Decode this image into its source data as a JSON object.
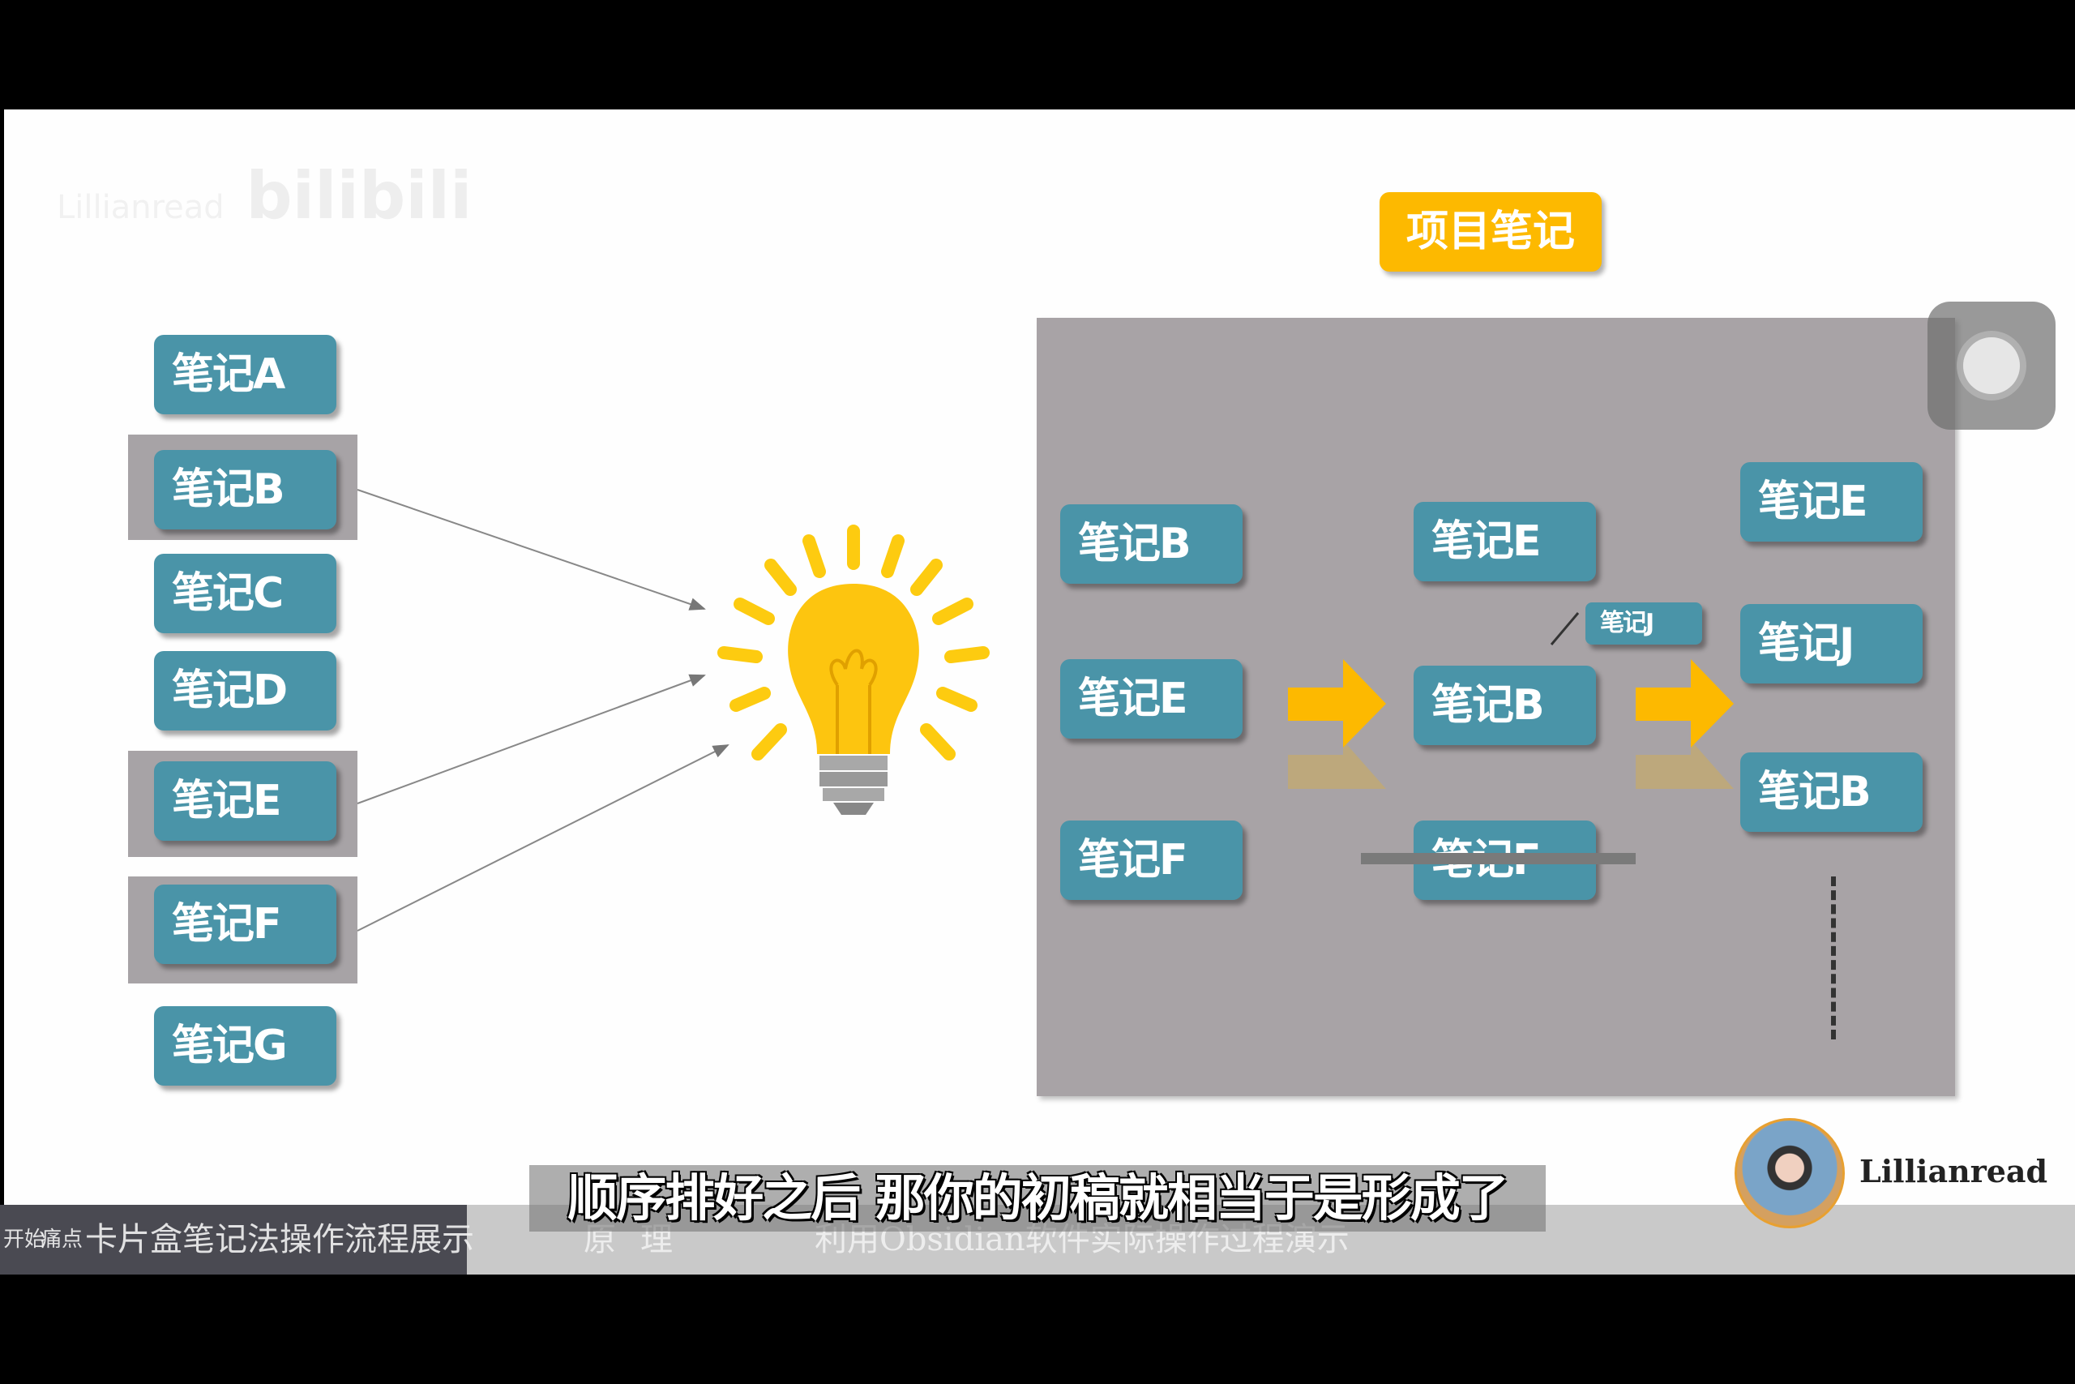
{
  "watermark": {
    "channel": "Lillianread",
    "logo": "bilibili"
  },
  "badge": {
    "label": "项目笔记",
    "color": "#fdb900"
  },
  "left_notes": [
    {
      "label": "笔记A",
      "highlighted": false
    },
    {
      "label": "笔记B",
      "highlighted": true
    },
    {
      "label": "笔记C",
      "highlighted": false
    },
    {
      "label": "笔记D",
      "highlighted": false
    },
    {
      "label": "笔记E",
      "highlighted": true
    },
    {
      "label": "笔记F",
      "highlighted": true
    },
    {
      "label": "笔记G",
      "highlighted": false
    }
  ],
  "idea_icon": "lightbulb-icon",
  "panel": {
    "column1": [
      "笔记B",
      "笔记E",
      "笔记F"
    ],
    "column2": [
      "笔记E",
      "笔记B",
      "笔记F"
    ],
    "column2_struck": "笔记F",
    "inserted_note": "笔记J",
    "column3": [
      "笔记E",
      "笔记J",
      "笔记B"
    ]
  },
  "colors": {
    "note": "#4a94a8",
    "panel": "#a8a3a6",
    "arrow": "#fdb900"
  },
  "subtitle": "顺序排好之后 那你的初稿就相当于是形成了",
  "author": {
    "name": "Lillianread"
  },
  "chapters": [
    {
      "label": "开始"
    },
    {
      "label": "痛点"
    },
    {
      "label": "卡片盒笔记法操作流程展示"
    },
    {
      "label": "原理"
    },
    {
      "label": "利用Obsidian软件实际操作过程演示"
    }
  ]
}
